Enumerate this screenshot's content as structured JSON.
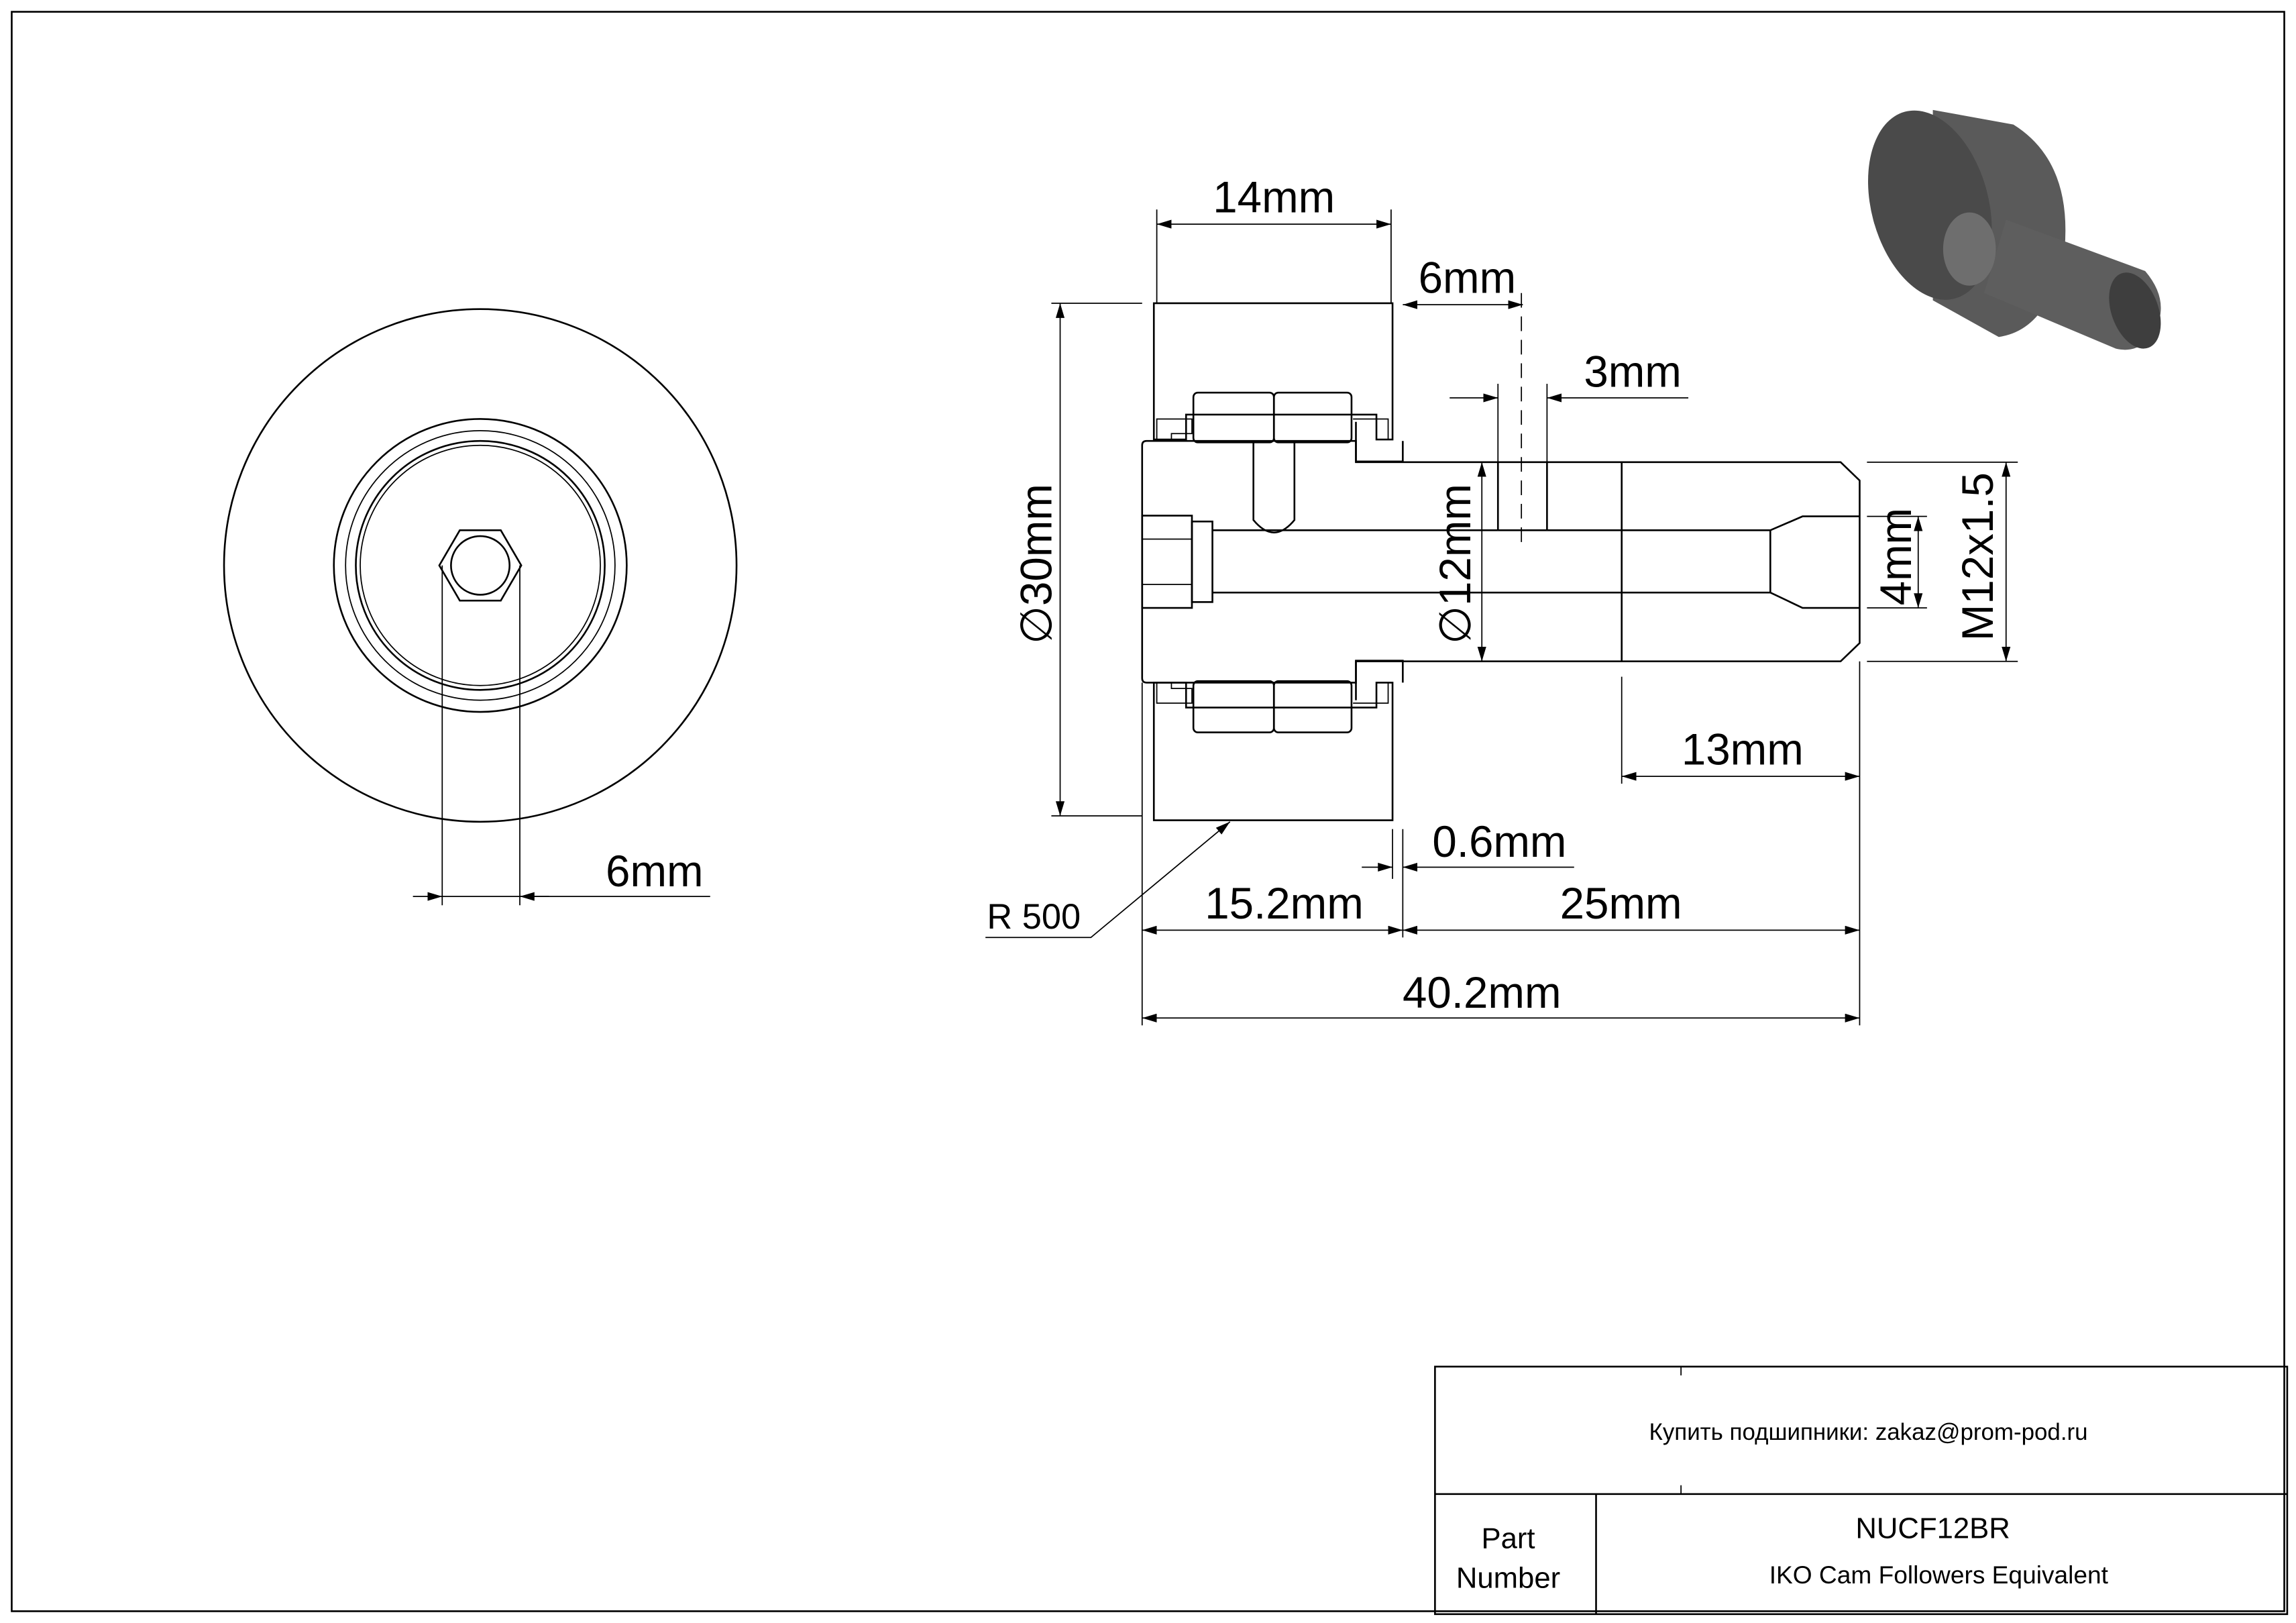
{
  "dimensions": {
    "width_14": "14mm",
    "offset_6": "6mm",
    "groove_3": "3mm",
    "outer_dia": "∅30mm",
    "stud_dia": "∅12mm",
    "hex_4": "4mm",
    "thread": "M12x1.5",
    "thread_len": "13mm",
    "gap": "0.6mm",
    "head_len": "15.2mm",
    "stud_len": "25mm",
    "total_len": "40.2mm",
    "radius": "R 500",
    "hex_6": "6mm"
  },
  "title_block": {
    "contact": "Купить подшипники: zakaz@prom-pod.ru",
    "part_label_1": "Part",
    "part_label_2": "Number",
    "part_number": "NUCF12BR",
    "description": "IKO Cam Followers Equivalent"
  },
  "colors": {
    "render_body": "#5a5a5a",
    "render_dark": "#3e3e3e",
    "render_light": "#6e6e6e"
  }
}
